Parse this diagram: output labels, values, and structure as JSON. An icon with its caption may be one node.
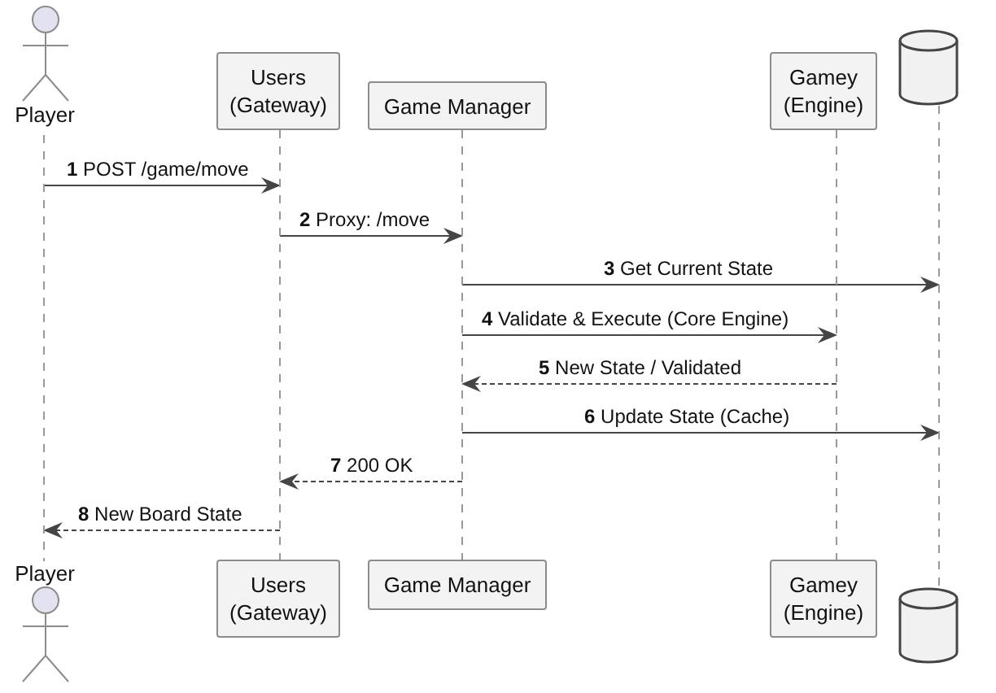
{
  "diagram": {
    "nodes": [
      {
        "text": [
          "Player"
        ]
      },
      {
        "text": [
          "Users (Gateway)"
        ]
      },
      {
        "text": [
          "Game Manager"
        ]
      },
      {
        "text": [
          "Gamey (Engine)"
        ]
      },
      {
        "text": [],
        "shape": "cylinder"
      },
      {
        "text": [
          "Player"
        ]
      },
      {
        "text": [
          "Users (Gateway)"
        ]
      },
      {
        "text": [
          "Game Manager"
        ]
      },
      {
        "text": [
          "Gamey (Engine)"
        ]
      },
      {
        "text": [],
        "shape": "cylinder"
      },
      {
        "text": [],
        "shape": "bar"
      },
      {
        "text": [],
        "shape": "bar"
      },
      {
        "text": [],
        "shape": "bar"
      },
      {
        "text": [],
        "shape": "bar"
      },
      {
        "text": [],
        "shape": "bar"
      }
    ],
    "edges": [
      {
        "from": 10,
        "to": 11,
        "arrow": "to",
        "label": "**1** POST /game/move"
      },
      {
        "from": 11,
        "to": 12,
        "arrow": "to",
        "label": "**2** Proxy: /move"
      },
      {
        "from": 12,
        "to": 14,
        "arrow": "to",
        "label": "**3** Get Current State"
      },
      {
        "from": 12,
        "to": 13,
        "arrow": "to",
        "label": "**4** Validate & Execute (Core Engine)"
      },
      {
        "from": 13,
        "to": 12,
        "arrow": "to",
        "label": "**5** New State / Validated",
        "style": "dashed"
      },
      {
        "from": 12,
        "to": 14,
        "arrow": "to",
        "label": "**6** Update State (Cache)"
      },
      {
        "from": 12,
        "to": 11,
        "arrow": "to",
        "label": "**7** 200 OK",
        "style": "dashed"
      },
      {
        "from": 11,
        "to": 10,
        "arrow": "to",
        "label": "**8** New Board State",
        "style": "dashed"
      }
    ]
  }
}
